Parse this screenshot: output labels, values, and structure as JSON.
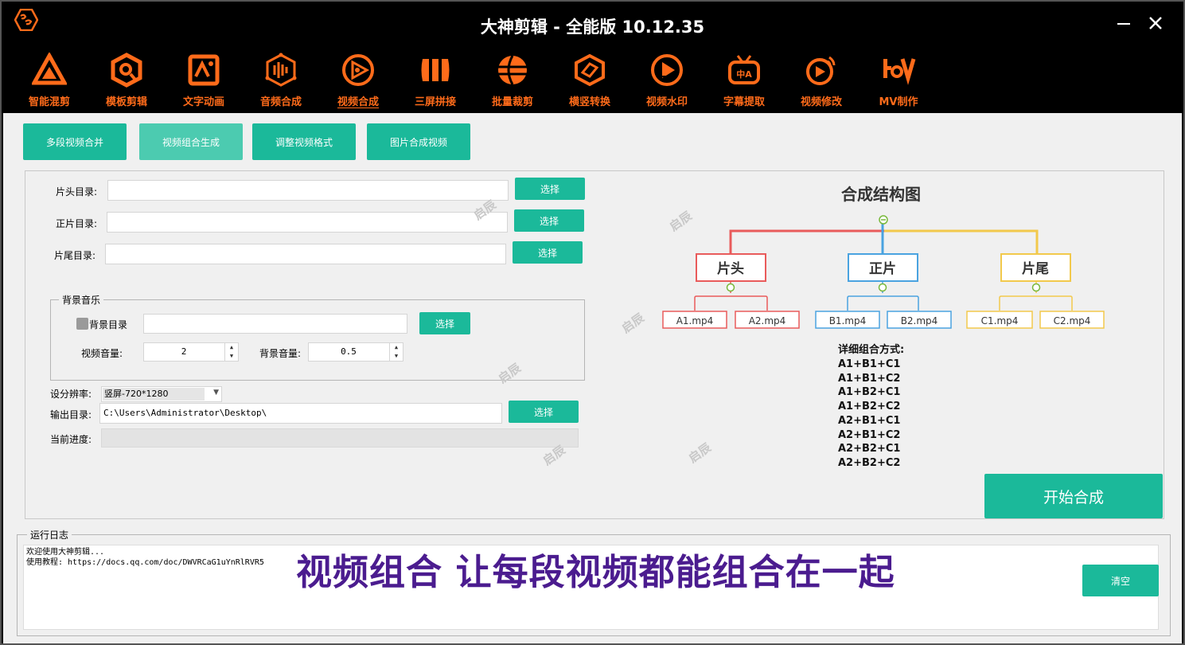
{
  "app": {
    "title": "大神剪辑 - 全能版 10.12.35"
  },
  "colors": {
    "accent": "#1bb99a",
    "nav_orange": "#ff6b1a",
    "banner": "#4b1c8f",
    "head": "#e95b5b",
    "main": "#4aa3e0",
    "tail": "#f2c94c"
  },
  "nav": {
    "items": [
      {
        "label": "智能混剪",
        "icon": "triangle-logo-icon"
      },
      {
        "label": "模板剪辑",
        "icon": "hexagon-template-icon"
      },
      {
        "label": "文字动画",
        "icon": "text-frame-icon"
      },
      {
        "label": "音频合成",
        "icon": "audio-network-icon"
      },
      {
        "label": "视频合成",
        "icon": "video-play-circle-icon",
        "active": true
      },
      {
        "label": "三屏拼接",
        "icon": "three-screen-icon"
      },
      {
        "label": "批量裁剪",
        "icon": "crop-globe-icon"
      },
      {
        "label": "横竖转换",
        "icon": "rotate-cube-icon"
      },
      {
        "label": "视频水印",
        "icon": "watermark-play-icon"
      },
      {
        "label": "字幕提取",
        "icon": "subtitle-tv-icon"
      },
      {
        "label": "视频修改",
        "icon": "video-edit-icon"
      },
      {
        "label": "MV制作",
        "icon": "mv-logo-icon"
      }
    ]
  },
  "tabs": [
    {
      "label": "多段视频合并"
    },
    {
      "label": "视频组合生成",
      "selected": true
    },
    {
      "label": "调整视频格式"
    },
    {
      "label": "图片合成视频"
    }
  ],
  "form": {
    "head_label": "片头目录:",
    "main_label": "正片目录:",
    "tail_label": "片尾目录:",
    "select_label": "选择",
    "bgm_group": "背景音乐",
    "bgm_checkbox": "背景目录",
    "video_volume_label": "视频音量:",
    "video_volume": "2",
    "bgm_volume_label": "背景音量:",
    "bgm_volume": "0.5",
    "resolution_label": "设分辨率:",
    "resolution": "竖屏-720*1280",
    "output_label": "输出目录:",
    "output_dir": "C:\\Users\\Administrator\\Desktop\\",
    "progress_label": "当前进度:",
    "progress": 0
  },
  "diagram": {
    "title": "合成结构图",
    "head": "片头",
    "main": "正片",
    "tail": "片尾",
    "head_files": [
      "A1.mp4",
      "A2.mp4"
    ],
    "main_files": [
      "B1.mp4",
      "B2.mp4"
    ],
    "tail_files": [
      "C1.mp4",
      "C2.mp4"
    ],
    "combos_title": "详细组合方式:",
    "combos": [
      "A1+B1+C1",
      "A1+B1+C2",
      "A1+B2+C1",
      "A1+B2+C2",
      "A2+B1+C1",
      "A2+B1+C2",
      "A2+B2+C1",
      "A2+B2+C2"
    ]
  },
  "start_button": "开始合成",
  "log": {
    "group_label": "运行日志",
    "lines": [
      "欢迎使用大神剪辑...",
      "使用教程: https://docs.qq.com/doc/DWVRCaG1uYnRlRVR5"
    ],
    "clear_label": "清空"
  },
  "banner": "视频组合 让每段视频都能组合在一起",
  "watermark": "启辰"
}
